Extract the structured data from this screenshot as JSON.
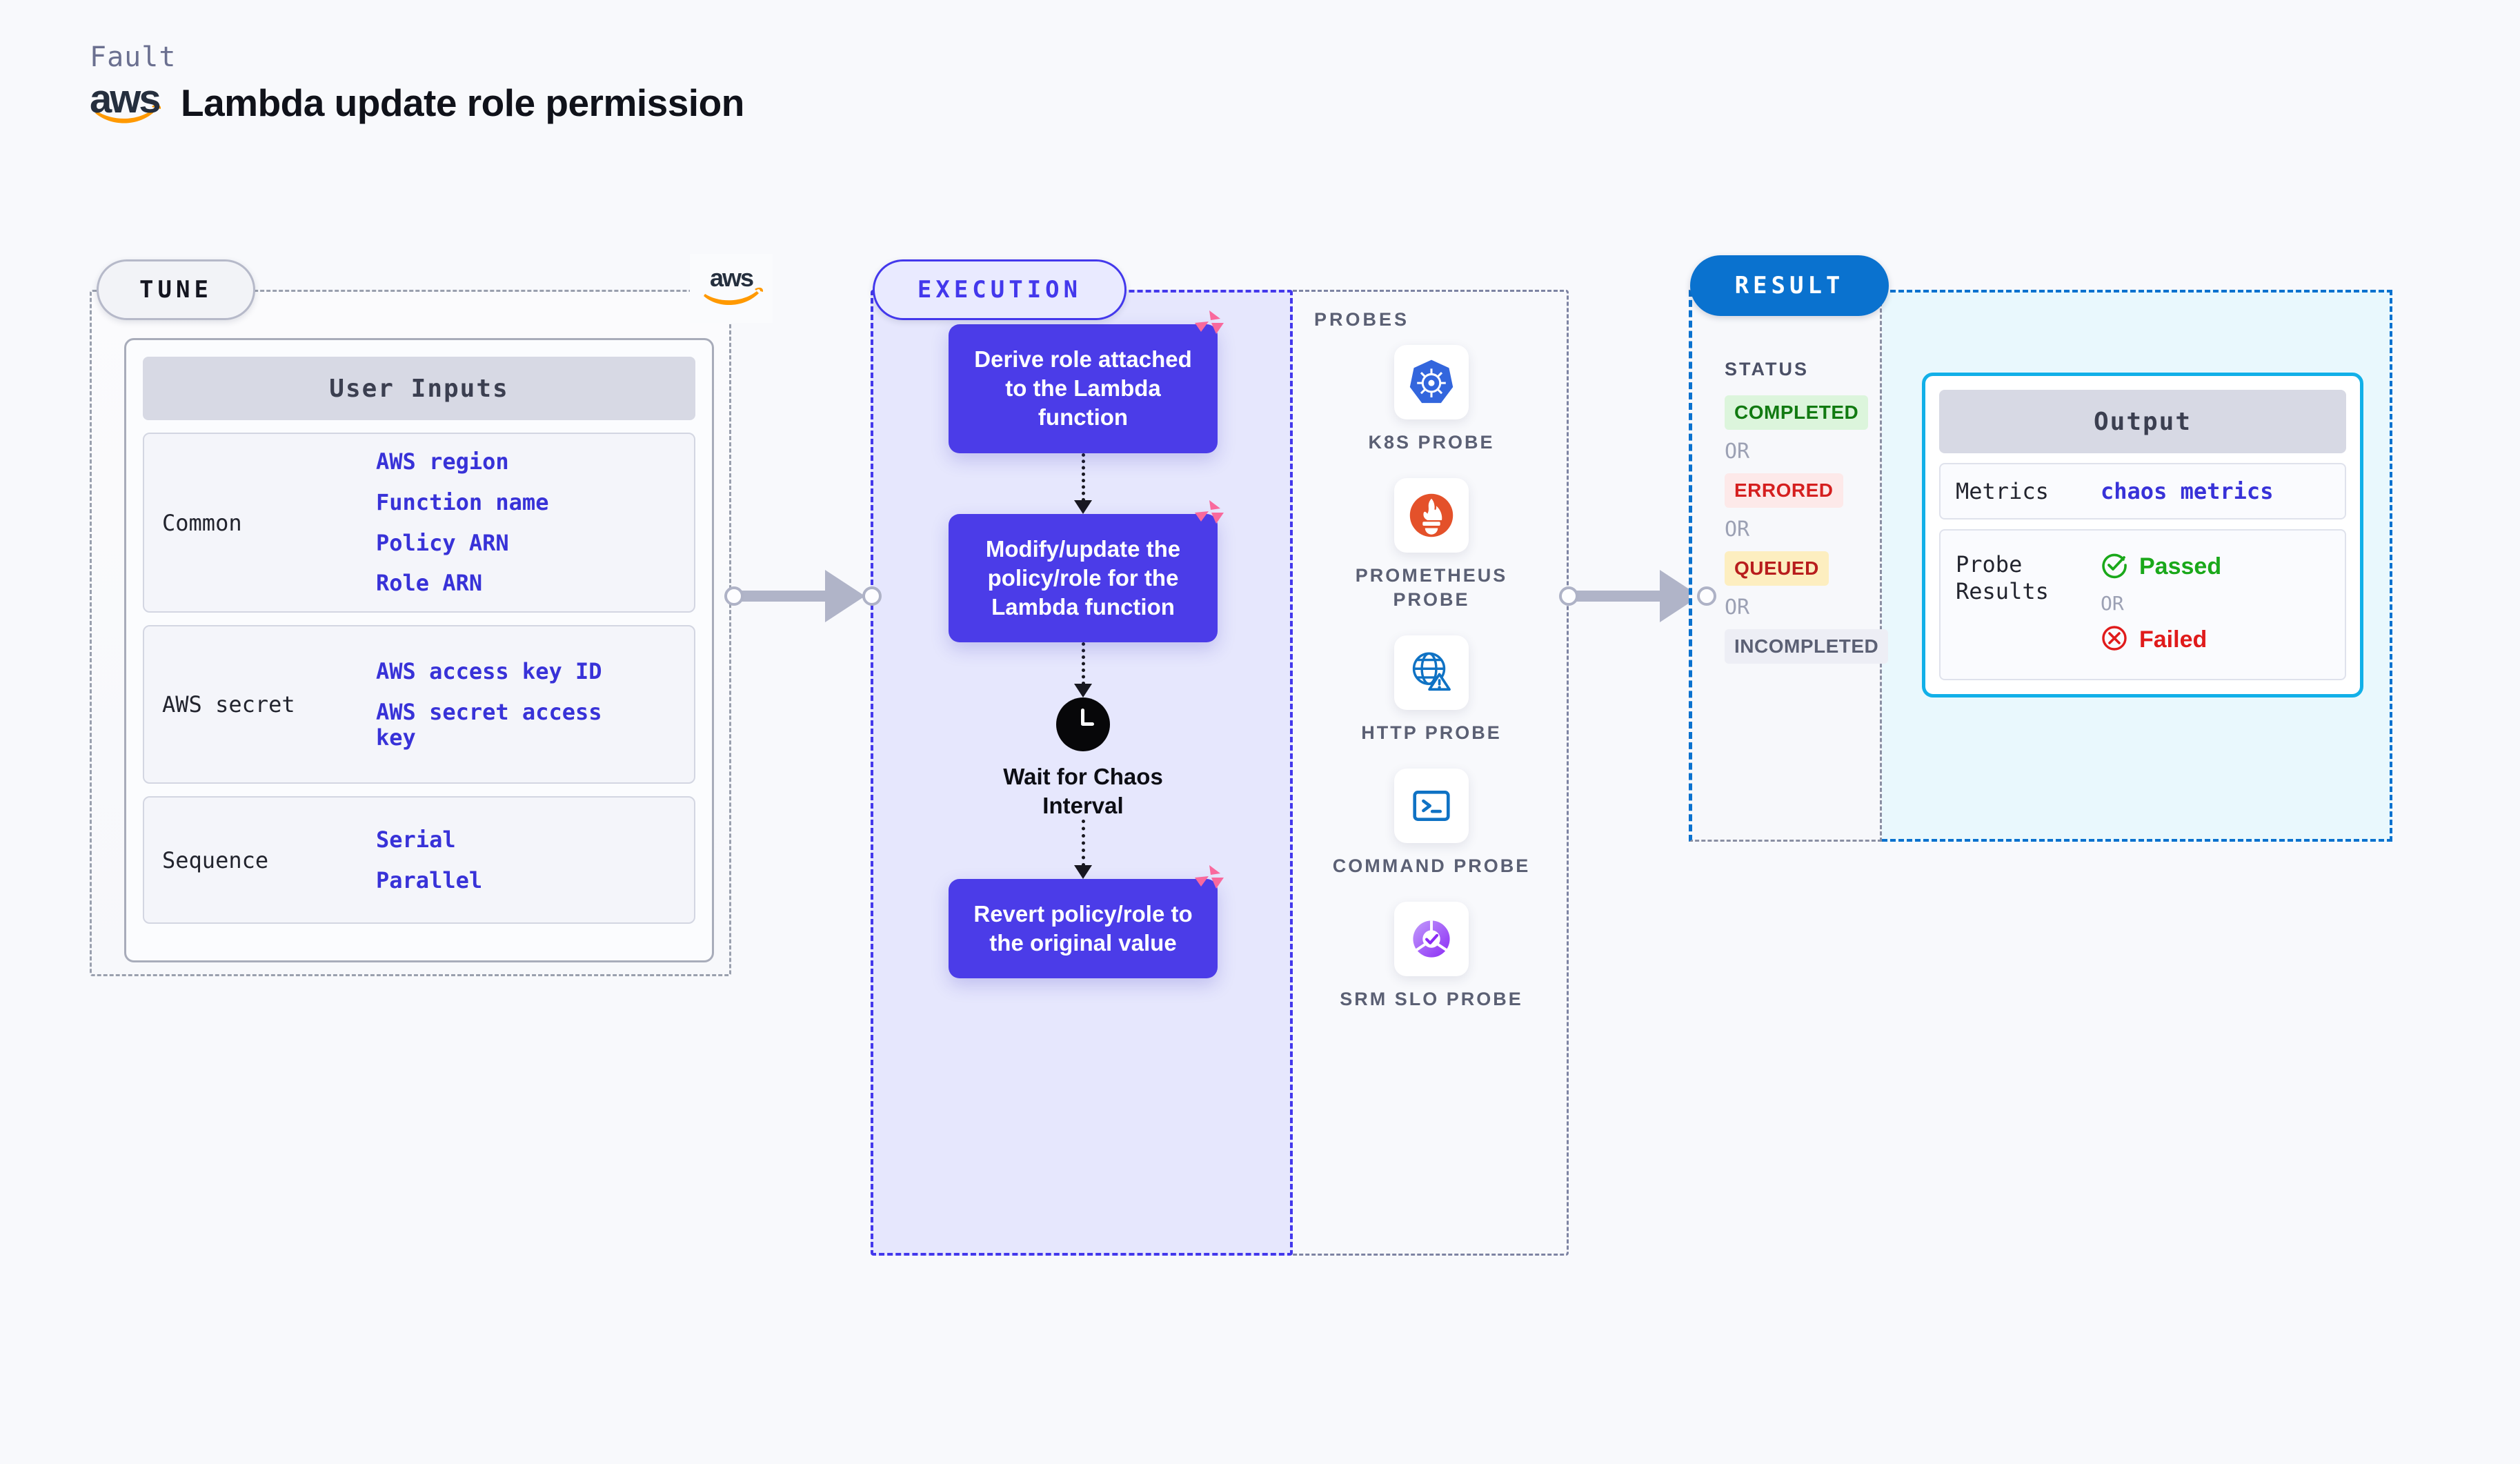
{
  "header": {
    "fault_label": "Fault",
    "title": "Lambda update role permission",
    "logo_icon": "aws-logo",
    "logo_text": "aws"
  },
  "tune": {
    "badge": "TUNE",
    "card_title": "User Inputs",
    "aws_mark_icon": "aws-logo",
    "groups": [
      {
        "label": "Common",
        "items": [
          "AWS region",
          "Function name",
          "Policy ARN",
          "Role ARN"
        ]
      },
      {
        "label": "AWS secret",
        "items": [
          "AWS access key ID",
          "AWS secret access key"
        ]
      },
      {
        "label": "Sequence",
        "items": [
          "Serial",
          "Parallel"
        ]
      }
    ]
  },
  "execution": {
    "badge": "EXECUTION",
    "steps": [
      {
        "type": "box",
        "text": "Derive role attached to the Lambda function",
        "badge_icon": "litmus-logo-icon"
      },
      {
        "type": "box",
        "text": "Modify/update the policy/role for the Lambda function",
        "badge_icon": "litmus-logo-icon"
      },
      {
        "type": "wait",
        "text": "Wait for Chaos Interval",
        "icon": "clock-icon"
      },
      {
        "type": "box",
        "text": "Revert policy/role to the original value",
        "badge_icon": "litmus-logo-icon"
      }
    ]
  },
  "probes": {
    "title": "PROBES",
    "items": [
      {
        "name": "K8S PROBE",
        "icon": "kubernetes-icon"
      },
      {
        "name": "PROMETHEUS PROBE",
        "icon": "prometheus-icon"
      },
      {
        "name": "HTTP PROBE",
        "icon": "http-globe-warning-icon"
      },
      {
        "name": "COMMAND PROBE",
        "icon": "terminal-icon"
      },
      {
        "name": "SRM SLO PROBE",
        "icon": "srm-slo-icon"
      }
    ]
  },
  "result": {
    "badge": "RESULT",
    "status_label": "STATUS",
    "or_text": "OR",
    "statuses": [
      {
        "label": "COMPLETED",
        "color": "#117a11",
        "bg": "#dcf5dc"
      },
      {
        "label": "ERRORED",
        "color": "#d51f1f",
        "bg": "#fde9e9"
      },
      {
        "label": "QUEUED",
        "color": "#b81d1d",
        "bg": "#fdeec0"
      },
      {
        "label": "INCOMPLETED",
        "color": "#5b6074",
        "bg": "#edeef5"
      }
    ],
    "output": {
      "title": "Output",
      "metrics_key": "Metrics",
      "metrics_value": "chaos metrics",
      "probe_key": "Probe Results",
      "passed": "Passed",
      "failed": "Failed",
      "or_text": "OR",
      "passed_icon": "check-circle-icon",
      "failed_icon": "x-circle-icon"
    }
  },
  "connectors": {
    "arrow_icon": "arrow-right-icon"
  },
  "colors": {
    "execution_accent": "#4338ec",
    "step_fill": "#4b3ce8",
    "result_accent": "#0a72cf",
    "output_border": "#12b0e8",
    "litmus_pink": "#f9699d",
    "aws_orange": "#f90"
  }
}
